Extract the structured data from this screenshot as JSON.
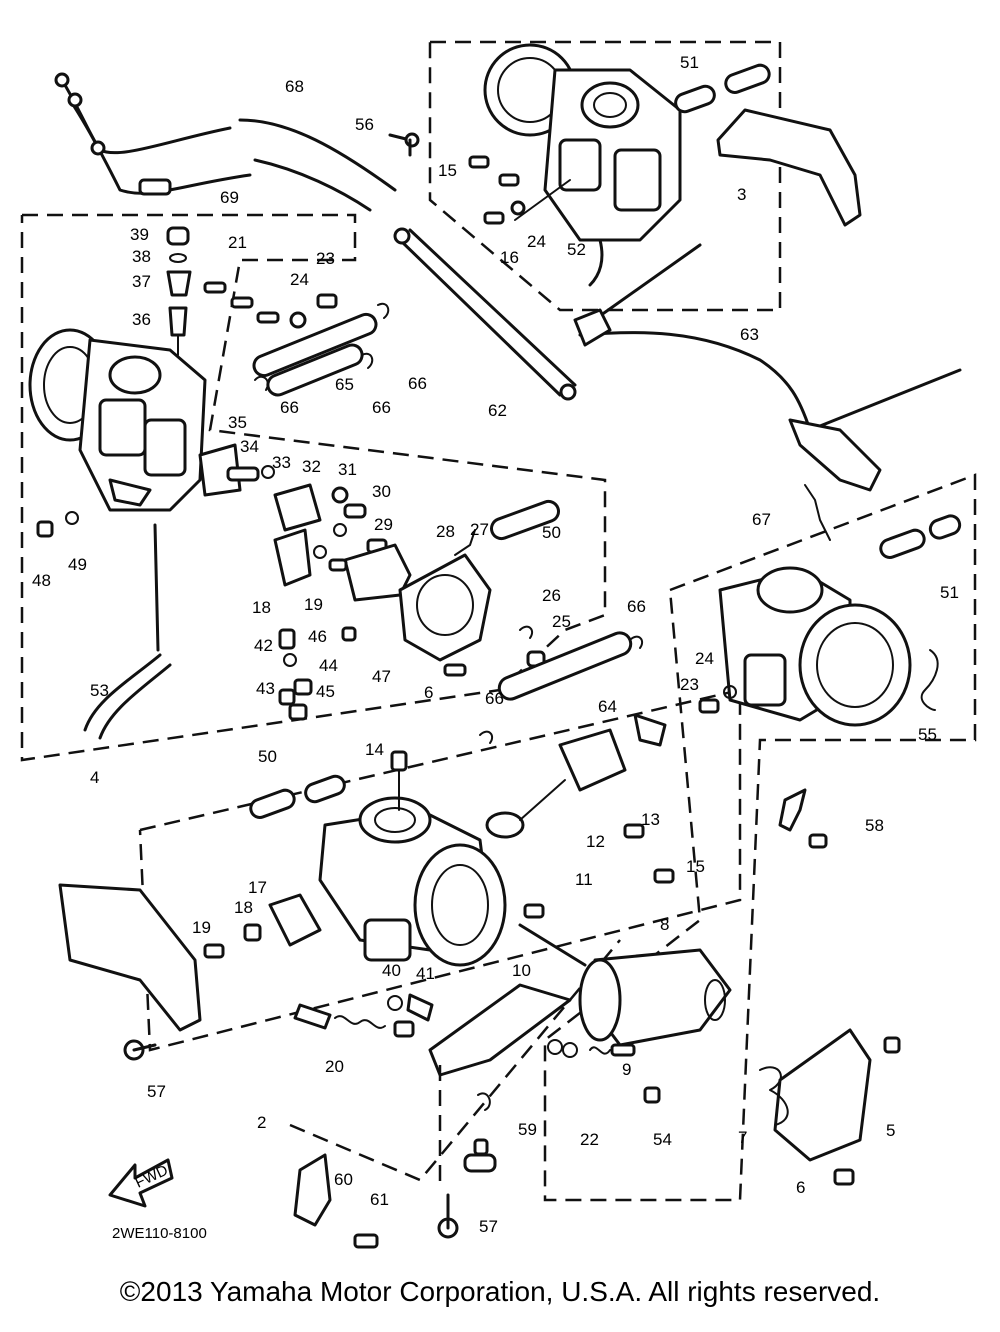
{
  "diagram": {
    "code": "2WE110-8100",
    "fwd_label": "FWD",
    "labels": [
      "51",
      "68",
      "56",
      "15",
      "3",
      "24",
      "16",
      "52",
      "69",
      "39",
      "38",
      "37",
      "36",
      "21",
      "23",
      "24",
      "65",
      "66",
      "66",
      "62",
      "63",
      "66",
      "35",
      "34",
      "33",
      "32",
      "31",
      "30",
      "29",
      "28",
      "27",
      "50",
      "67",
      "51",
      "48",
      "49",
      "18",
      "19",
      "42",
      "46",
      "44",
      "43",
      "45",
      "26",
      "25",
      "66",
      "47",
      "6",
      "53",
      "4",
      "66",
      "64",
      "24",
      "23",
      "55",
      "14",
      "50",
      "13",
      "12",
      "15",
      "58",
      "11",
      "8",
      "17",
      "19",
      "18",
      "40",
      "41",
      "10",
      "20",
      "9",
      "57",
      "2",
      "22",
      "54",
      "7",
      "5",
      "59",
      "6",
      "60",
      "61",
      "57"
    ]
  },
  "copyright": "©2013 Yamaha Motor Corporation, U.S.A. All rights reserved."
}
